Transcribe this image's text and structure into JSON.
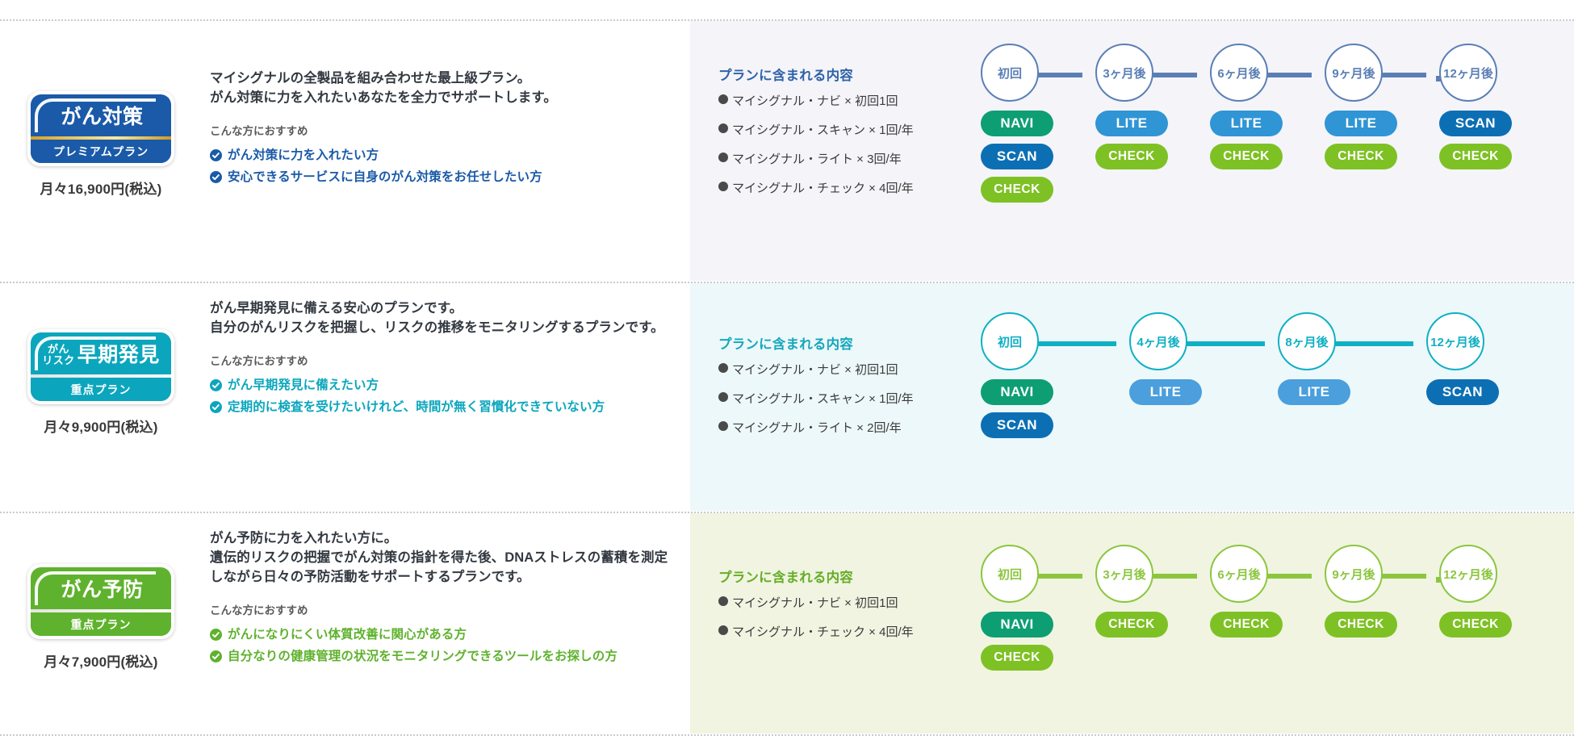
{
  "colors": {
    "row1_accent": "#1a5aa8",
    "row1_panel_bg": "#f4f4f9",
    "row1_title": "#2f62a8",
    "row1_timeline": "#5b7fb5",
    "row2_accent": "#0ba6bd",
    "row2_panel_bg": "#edf8fa",
    "row2_title": "#14a7bc",
    "row2_timeline": "#0fb0c4",
    "row3_accent": "#5fb22d",
    "row3_panel_bg": "#f0f4e1",
    "row3_title": "#66ad26",
    "row3_timeline": "#8cc63f",
    "pill_navi": "#0d9e74",
    "pill_scan": "#0c6fb4",
    "pill_lite": "#2f95d5",
    "pill_lite_alt": "#4a9fdc",
    "pill_check": "#7ec124",
    "bullet_dot": "#4a4a4a",
    "text_dark": "#333941",
    "text_gray": "#5b5b5b"
  },
  "rows": [
    {
      "badge": {
        "main_large": "がん対策",
        "main_stack": [],
        "band": "プレミアムプラン",
        "band_style": "gold",
        "bg": "#1a5aa8"
      },
      "price": "月々16,900円(税込)",
      "lead": "マイシグナルの全製品を組み合わせた最上級プラン。\nがん対策に力を入れたいあなたを全力でサポートします。",
      "rec_label": "こんな方におすすめ",
      "recommendations": [
        "がん対策に力を入れたい方",
        "安心できるサービスに自身のがん対策をお任せしたい方"
      ],
      "contents_title": "プランに含まれる内容",
      "contents": [
        "マイシグナル・ナビ × 初回1回",
        "マイシグナル・スキャン × 1回/年",
        "マイシグナル・ライト × 3回/年",
        "マイシグナル・チェック × 4回/年"
      ],
      "timeline": {
        "nodes": [
          {
            "label": "初回",
            "pills": [
              {
                "text": "NAVI",
                "color": "#0d9e74"
              },
              {
                "text": "SCAN",
                "color": "#0c6fb4"
              },
              {
                "text": "CHECK",
                "color": "#7ec124"
              }
            ]
          },
          {
            "label": "3ヶ月後",
            "pills": [
              {
                "text": "LITE",
                "color": "#2f95d5"
              },
              {
                "text": "CHECK",
                "color": "#7ec124"
              }
            ]
          },
          {
            "label": "6ヶ月後",
            "pills": [
              {
                "text": "LITE",
                "color": "#2f95d5"
              },
              {
                "text": "CHECK",
                "color": "#7ec124"
              }
            ]
          },
          {
            "label": "9ヶ月後",
            "pills": [
              {
                "text": "LITE",
                "color": "#2f95d5"
              },
              {
                "text": "CHECK",
                "color": "#7ec124"
              }
            ]
          },
          {
            "label": "12ヶ月後",
            "pills": [
              {
                "text": "SCAN",
                "color": "#0c6fb4"
              },
              {
                "text": "CHECK",
                "color": "#7ec124"
              }
            ]
          }
        ]
      }
    },
    {
      "badge": {
        "main_large": "早期発見",
        "main_stack": [
          "がん",
          "リスク"
        ],
        "band": "重点プラン",
        "band_style": "silver",
        "bg": "#0ba6bd"
      },
      "price": "月々9,900円(税込)",
      "lead": "がん早期発見に備える安心のプランです。\n自分のがんリスクを把握し、リスクの推移をモニタリングするプランです。",
      "rec_label": "こんな方におすすめ",
      "recommendations": [
        "がん早期発見に備えたい方",
        "定期的に検査を受けたいけれど、時間が無く習慣化できていない方"
      ],
      "contents_title": "プランに含まれる内容",
      "contents": [
        "マイシグナル・ナビ × 初回1回",
        "マイシグナル・スキャン × 1回/年",
        "マイシグナル・ライト × 2回/年"
      ],
      "timeline": {
        "nodes": [
          {
            "label": "初回",
            "pills": [
              {
                "text": "NAVI",
                "color": "#0d9e74"
              },
              {
                "text": "SCAN",
                "color": "#0c6fb4"
              }
            ]
          },
          {
            "label": "4ヶ月後",
            "pills": [
              {
                "text": "LITE",
                "color": "#4a9fdc"
              }
            ]
          },
          {
            "label": "8ヶ月後",
            "pills": [
              {
                "text": "LITE",
                "color": "#4a9fdc"
              }
            ]
          },
          {
            "label": "12ヶ月後",
            "pills": [
              {
                "text": "SCAN",
                "color": "#0c6fb4"
              }
            ]
          }
        ]
      }
    },
    {
      "badge": {
        "main_large": "がん予防",
        "main_stack": [],
        "band": "重点プラン",
        "band_style": "silver",
        "bg": "#5fb22d"
      },
      "price": "月々7,900円(税込)",
      "lead": "がん予防に力を入れたい方に。\n遺伝的リスクの把握でがん対策の指針を得た後、DNAストレスの蓄積を測定しながら日々の予防活動をサポートするプランです。",
      "rec_label": "こんな方におすすめ",
      "recommendations": [
        "がんになりにくい体質改善に関心がある方",
        "自分なりの健康管理の状況をモニタリングできるツールをお探しの方"
      ],
      "contents_title": "プランに含まれる内容",
      "contents": [
        "マイシグナル・ナビ × 初回1回",
        "マイシグナル・チェック × 4回/年"
      ],
      "timeline": {
        "nodes": [
          {
            "label": "初回",
            "pills": [
              {
                "text": "NAVI",
                "color": "#0d9e74"
              },
              {
                "text": "CHECK",
                "color": "#7ec124"
              }
            ]
          },
          {
            "label": "3ヶ月後",
            "pills": [
              {
                "text": "CHECK",
                "color": "#7ec124"
              }
            ]
          },
          {
            "label": "6ヶ月後",
            "pills": [
              {
                "text": "CHECK",
                "color": "#7ec124"
              }
            ]
          },
          {
            "label": "9ヶ月後",
            "pills": [
              {
                "text": "CHECK",
                "color": "#7ec124"
              }
            ]
          },
          {
            "label": "12ヶ月後",
            "pills": [
              {
                "text": "CHECK",
                "color": "#7ec124"
              }
            ]
          }
        ]
      }
    }
  ]
}
